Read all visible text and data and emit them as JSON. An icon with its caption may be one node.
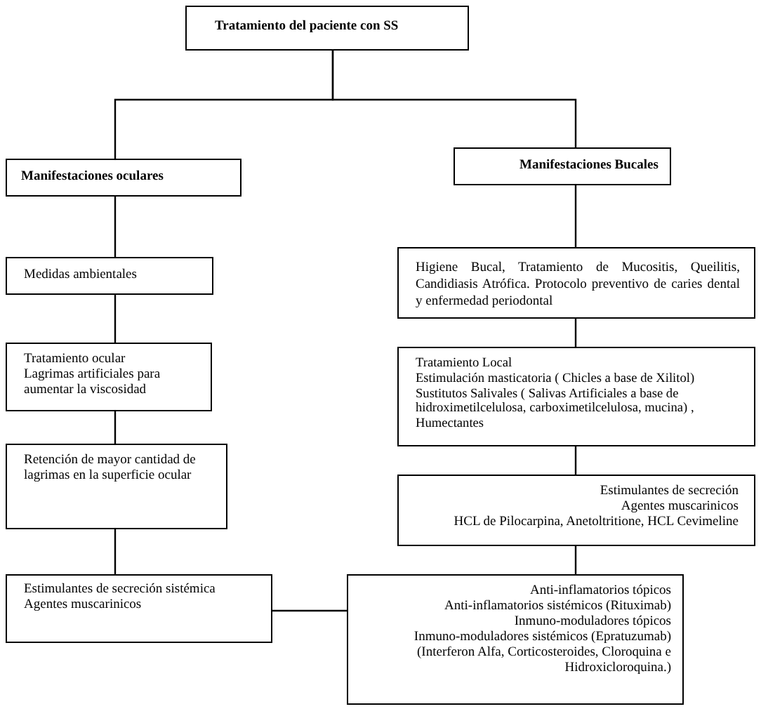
{
  "diagram": {
    "nodes": [
      {
        "text": [
          "Tratamiento del paciente con SS"
        ]
      },
      {
        "text": [
          "Manifestaciones oculares"
        ]
      },
      {
        "text": [
          "Manifestaciones Bucales"
        ]
      },
      {
        "text": [
          "Medidas ambientales"
        ]
      },
      {
        "text": [
          "Tratamiento ocular",
          "Lagrimas artificiales para aumentar la viscosidad"
        ]
      },
      {
        "text": [
          "Retención de mayor cantidad de lagrimas en la superficie ocular"
        ]
      },
      {
        "text": [
          "Estimulantes de secreción sistémica",
          "Agentes muscarinicos"
        ]
      },
      {
        "text": [
          "Higiene Bucal, Tratamiento de Mucositis, Queilitis, Candidiasis Atrófica. Protocolo preventivo de caries dental y enfermedad periodontal"
        ]
      },
      {
        "text": [
          "Tratamiento Local",
          "Estimulación masticatoria ( Chicles a base de Xilitol)",
          "Sustitutos Salivales ( Salivas Artificiales a base de hidroximetilcelulosa, carboximetilcelulosa, mucina) ,",
          "Humectantes"
        ]
      },
      {
        "text": [
          "Estimulantes de secreción",
          "Agentes muscarinicos",
          "HCL de Pilocarpina, Anetoltritione, HCL Cevimeline"
        ]
      },
      {
        "text": [
          "Anti-inflamatorios tópicos",
          "Anti-inflamatorios sistémicos (Rituximab)",
          "Inmuno-moduladores tópicos",
          "Inmuno-moduladores sistémicos (Epratuzumab) (Interferon Alfa, Corticosteroides, Cloroquina e Hidroxicloroquina.)"
        ]
      }
    ],
    "edges": [
      {
        "from": 0,
        "to": 1,
        "arrow": "none"
      },
      {
        "from": 0,
        "to": 2,
        "arrow": "none"
      },
      {
        "from": 1,
        "to": 3,
        "arrow": "none"
      },
      {
        "from": 3,
        "to": 4,
        "arrow": "none"
      },
      {
        "from": 4,
        "to": 5,
        "arrow": "none"
      },
      {
        "from": 5,
        "to": 6,
        "arrow": "none"
      },
      {
        "from": 6,
        "to": 10,
        "arrow": "none"
      },
      {
        "from": 2,
        "to": 7,
        "arrow": "none"
      },
      {
        "from": 7,
        "to": 8,
        "arrow": "none"
      },
      {
        "from": 8,
        "to": 9,
        "arrow": "none"
      },
      {
        "from": 9,
        "to": 10,
        "arrow": "none"
      }
    ]
  }
}
